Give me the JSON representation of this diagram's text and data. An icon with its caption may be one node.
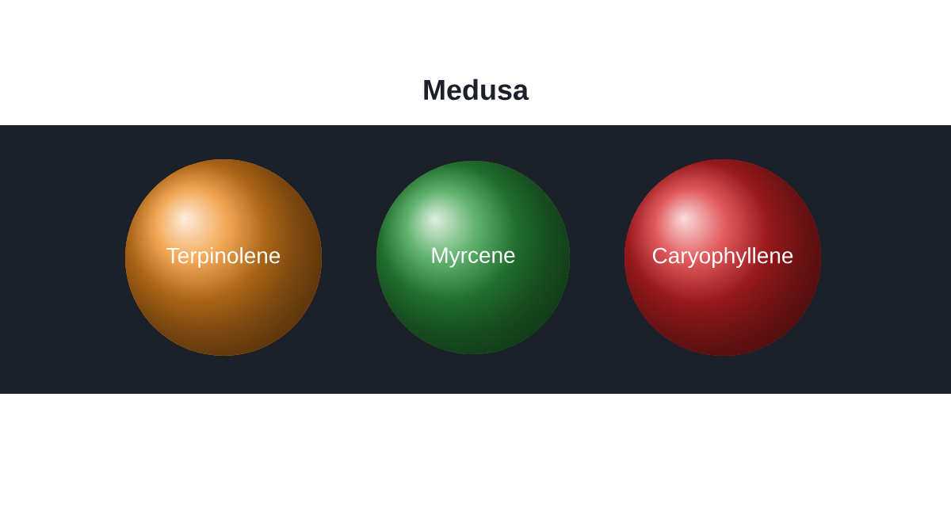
{
  "diagram": {
    "title": "Medusa",
    "nodes": [
      {
        "text": [
          "Terpinolene"
        ]
      },
      {
        "text": [
          "Myrcene"
        ]
      },
      {
        "text": [
          "Caryophyllene"
        ]
      }
    ]
  }
}
